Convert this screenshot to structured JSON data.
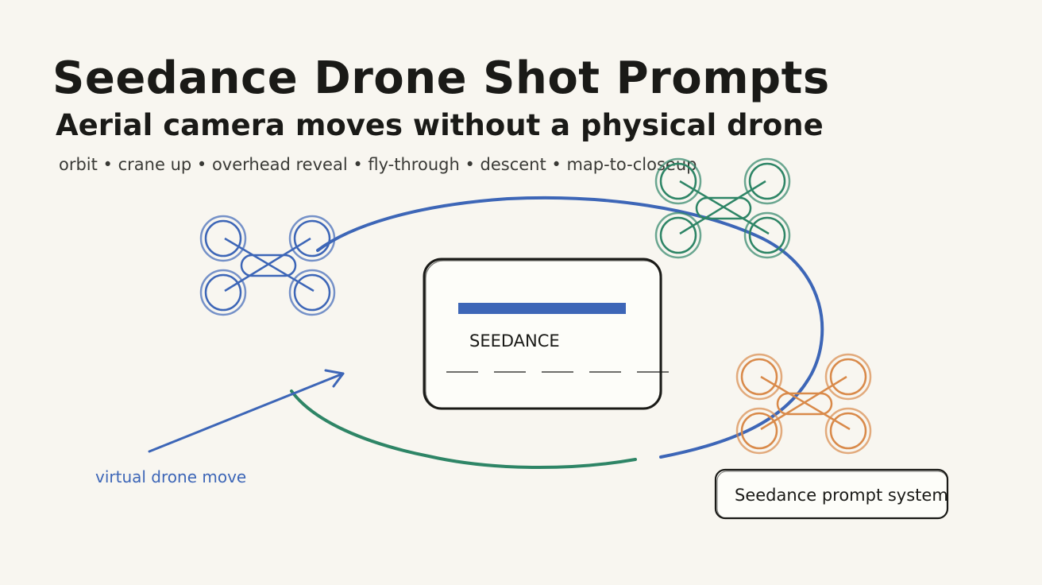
{
  "header": {
    "title": "Seedance Drone Shot Prompts",
    "subtitle": "Aerial camera moves without a physical drone",
    "tagline": "orbit • crane up • overhead reveal • fly-through • descent • map-to-closeup"
  },
  "screen": {
    "label": "SEEDANCE"
  },
  "labels": {
    "drone_move": "virtual drone move",
    "system": "Seedance prompt system"
  },
  "colors": {
    "blue": "#3d66b7",
    "green": "#2e8566",
    "orange": "#d98a4a",
    "ink": "#1a1a17",
    "background": "#f8f6f0"
  },
  "icons": [
    "drone-icon-blue",
    "drone-icon-green",
    "drone-icon-orange",
    "arrow-icon"
  ]
}
